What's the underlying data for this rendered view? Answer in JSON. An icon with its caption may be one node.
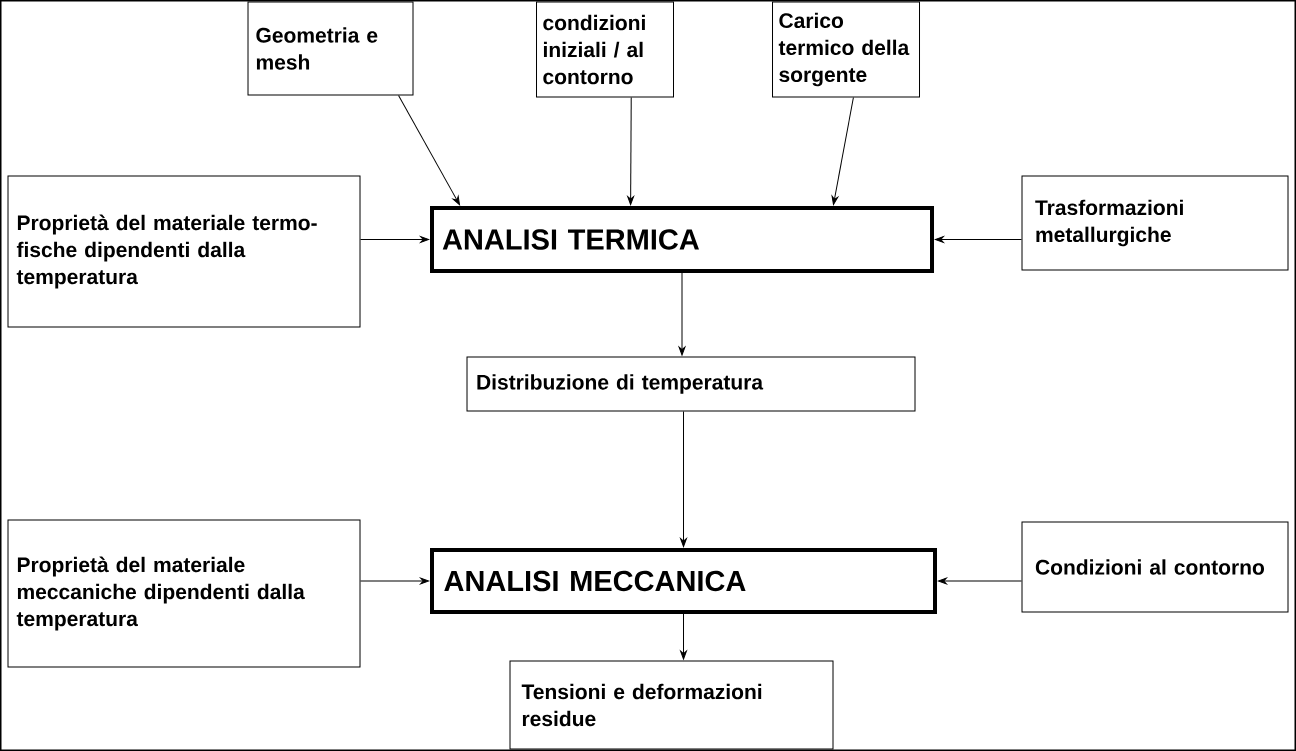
{
  "diagram": {
    "nodes": [
      {
        "text": [
          "Geometria e mesh"
        ]
      },
      {
        "text": [
          "condizioni iniziali / al contorno"
        ]
      },
      {
        "text": [
          "Carico termico della sorgente"
        ]
      },
      {
        "text": [
          "Proprietà del materiale termo-fische dipendenti dalla temperatura"
        ]
      },
      {
        "text": [
          "ANALISI TERMICA"
        ]
      },
      {
        "text": [
          "Trasformazioni metallurgiche"
        ]
      },
      {
        "text": [
          "Distribuzione di temperatura"
        ]
      },
      {
        "text": [
          "Proprietà del materiale meccaniche dipendenti dalla temperatura"
        ]
      },
      {
        "text": [
          "ANALISI MECCANICA"
        ]
      },
      {
        "text": [
          "Condizioni al contorno"
        ]
      },
      {
        "text": [
          "Tensioni e deformazioni residue"
        ]
      }
    ],
    "edges": [
      {
        "from": 0,
        "to": 4,
        "arrow": "to"
      },
      {
        "from": 1,
        "to": 4,
        "arrow": "to"
      },
      {
        "from": 2,
        "to": 4,
        "arrow": "to"
      },
      {
        "from": 3,
        "to": 4,
        "arrow": "to"
      },
      {
        "from": 5,
        "to": 4,
        "arrow": "to"
      },
      {
        "from": 4,
        "to": 6,
        "arrow": "to"
      },
      {
        "from": 6,
        "to": 8,
        "arrow": "to"
      },
      {
        "from": 7,
        "to": 8,
        "arrow": "to"
      },
      {
        "from": 9,
        "to": 8,
        "arrow": "to"
      },
      {
        "from": 8,
        "to": 10,
        "arrow": "to"
      }
    ]
  }
}
